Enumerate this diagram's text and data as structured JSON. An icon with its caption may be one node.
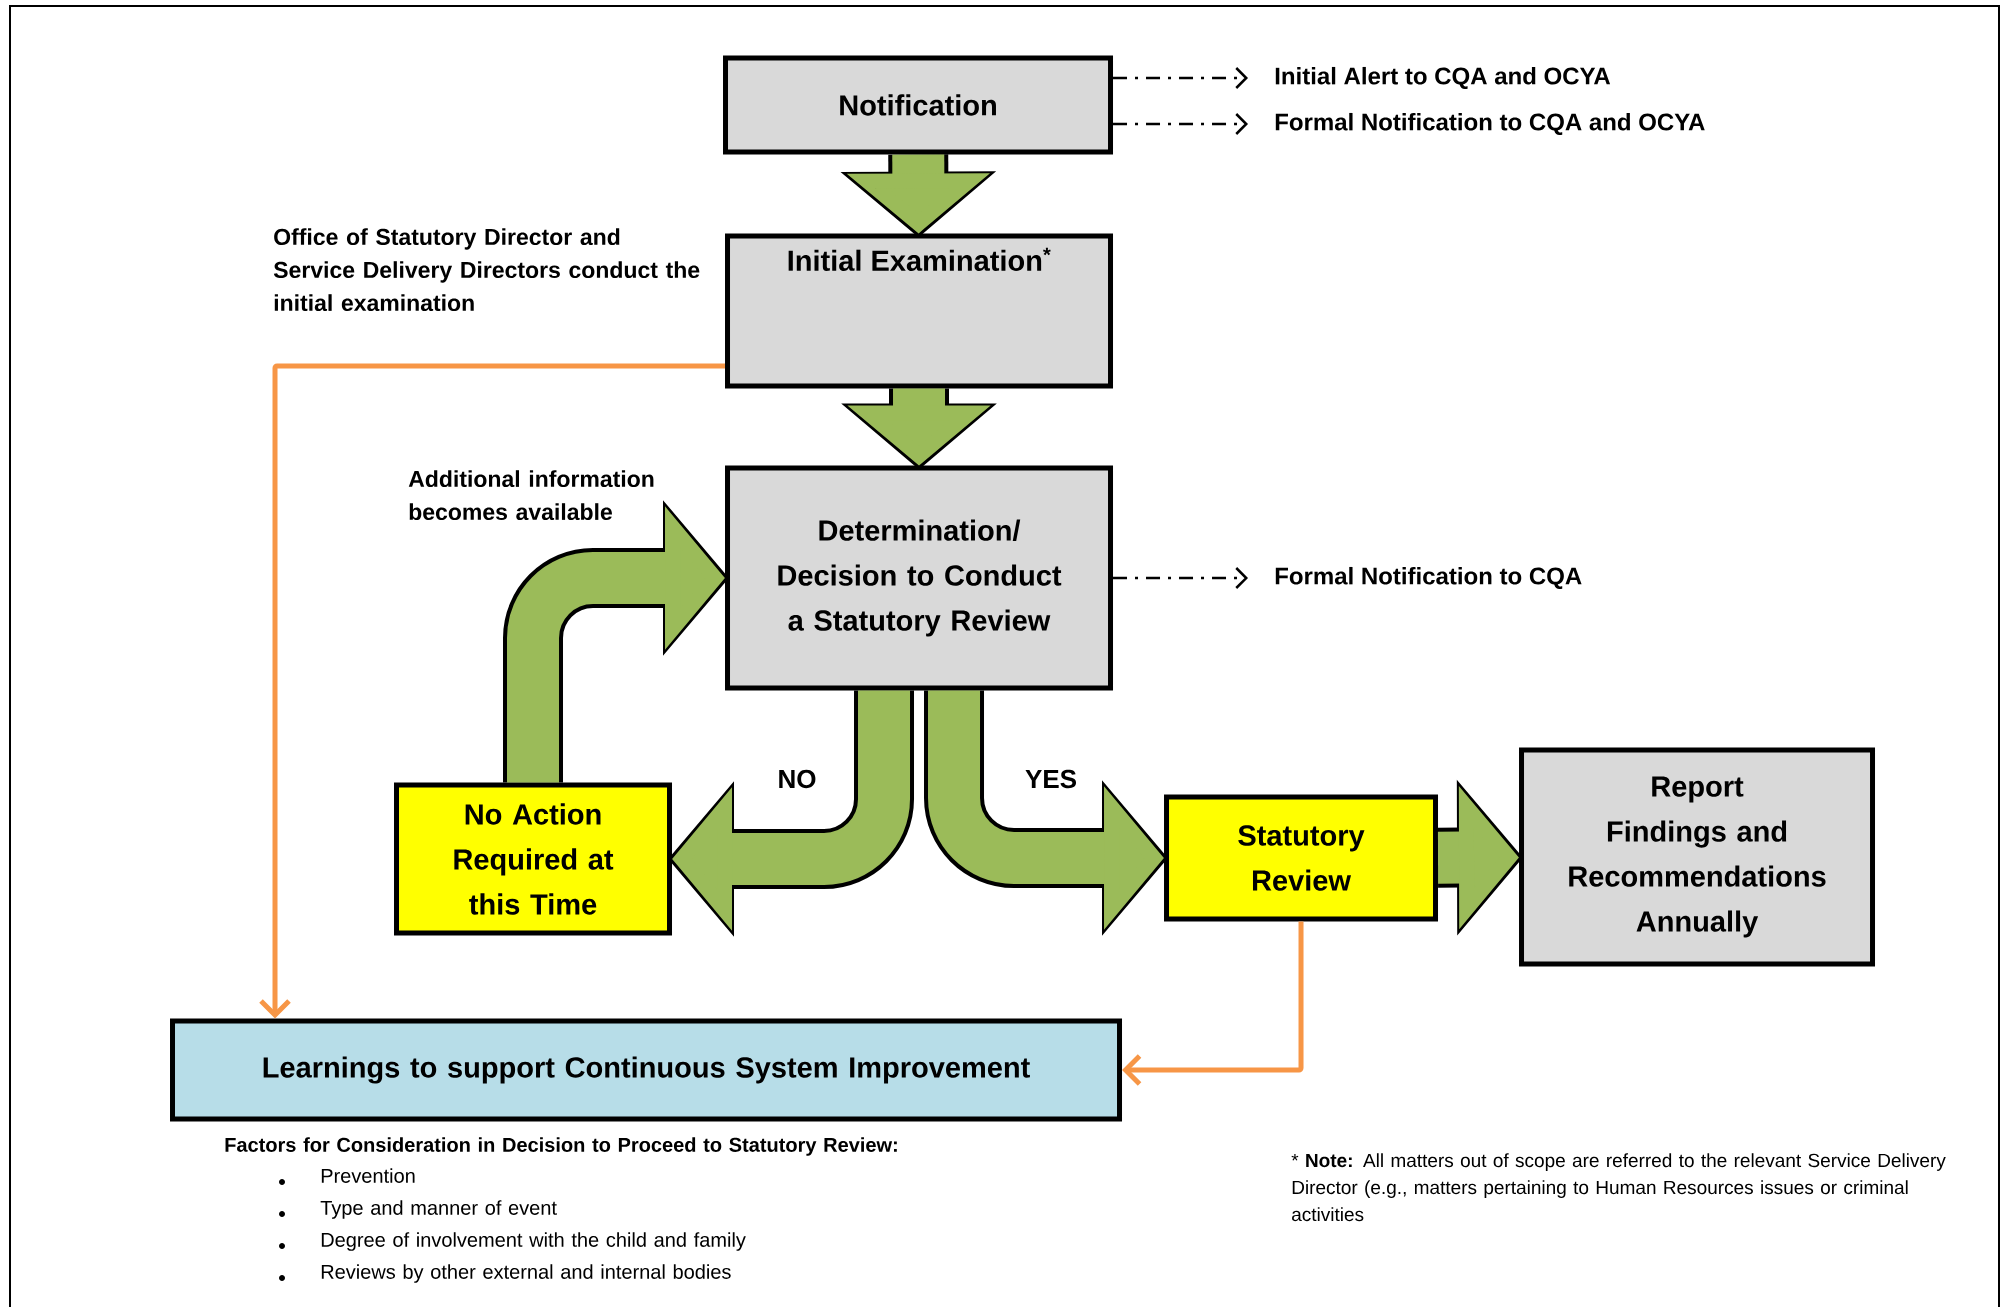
{
  "diagram": {
    "nodes": [
      {
        "text": [
          "Notification"
        ]
      },
      {
        "text": [
          "Initial Examination$^{*}$"
        ]
      },
      {
        "text": [
          "Determination/ Decision to Conduct a Statutory Review"
        ]
      },
      {
        "text": [
          "No Action Required at this Time"
        ]
      },
      {
        "text": [
          "Statutory Review"
        ]
      },
      {
        "text": [
          "Report Findings and Recommendations Annually"
        ]
      },
      {
        "text": [
          "Learnings to support Continuous System Improvement"
        ]
      },
      {
        "text": [
          "Initial Alert to CQA and OCYA"
        ]
      },
      {
        "text": [
          "Formal Notification to CQA and OCYA"
        ]
      },
      {
        "text": [
          "Formal Notification to CQA"
        ]
      }
    ],
    "edges": [
      {
        "from": 0,
        "to": 1,
        "arrow": "to"
      },
      {
        "from": 1,
        "to": 2,
        "arrow": "to"
      },
      {
        "from": 2,
        "to": 3,
        "arrow": "to",
        "label": "NO"
      },
      {
        "from": 2,
        "to": 4,
        "arrow": "to",
        "label": "YES"
      },
      {
        "from": 3,
        "to": 2,
        "arrow": "to"
      },
      {
        "from": 4,
        "to": 5,
        "arrow": "to"
      },
      {
        "from": 0,
        "to": 7,
        "arrow": "to",
        "style": "dashed",
        "color": "#000000"
      },
      {
        "from": 0,
        "to": 8,
        "arrow": "to",
        "style": "dashed",
        "color": "#000000"
      },
      {
        "from": 2,
        "to": 9,
        "arrow": "to",
        "style": "dashed",
        "color": "#000000"
      },
      {
        "from": 1,
        "to": 6,
        "arrow": "to",
        "color": "#f79646"
      },
      {
        "from": 4,
        "to": 6,
        "arrow": "to",
        "color": "#f79646"
      }
    ],
    "labels": [
      "Office of Statutory Director and Service Delivery Directors conduct the initial examination",
      "Additional information becomes available",
      "Factors for Consideration in Decision to Proceed to Statutory Review:",
      "Prevention",
      "Type and manner of event",
      "Degree of involvement with the child and family",
      "Reviews by other external and internal bodies",
      "* **Note:** All matters out of scope are referred to the relevant Service Delivery Director (e.g., matters pertaining to Human Resources issues or criminal activities"
    ]
  }
}
